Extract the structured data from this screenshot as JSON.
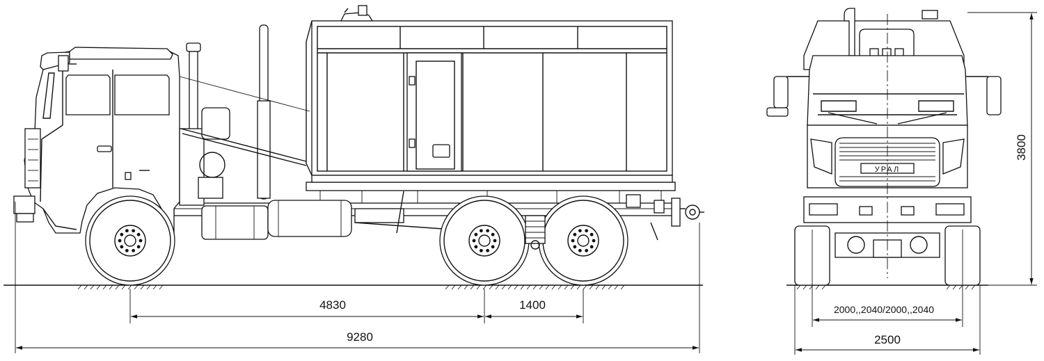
{
  "dimensions": {
    "wheelbase_front": "4830",
    "wheelbase_rear": "1400",
    "overall_length": "9280",
    "track_width": "2000,,2040/2000,,2040",
    "overall_width": "2500",
    "overall_height": "3800"
  },
  "grille_badge": "УРАЛ"
}
